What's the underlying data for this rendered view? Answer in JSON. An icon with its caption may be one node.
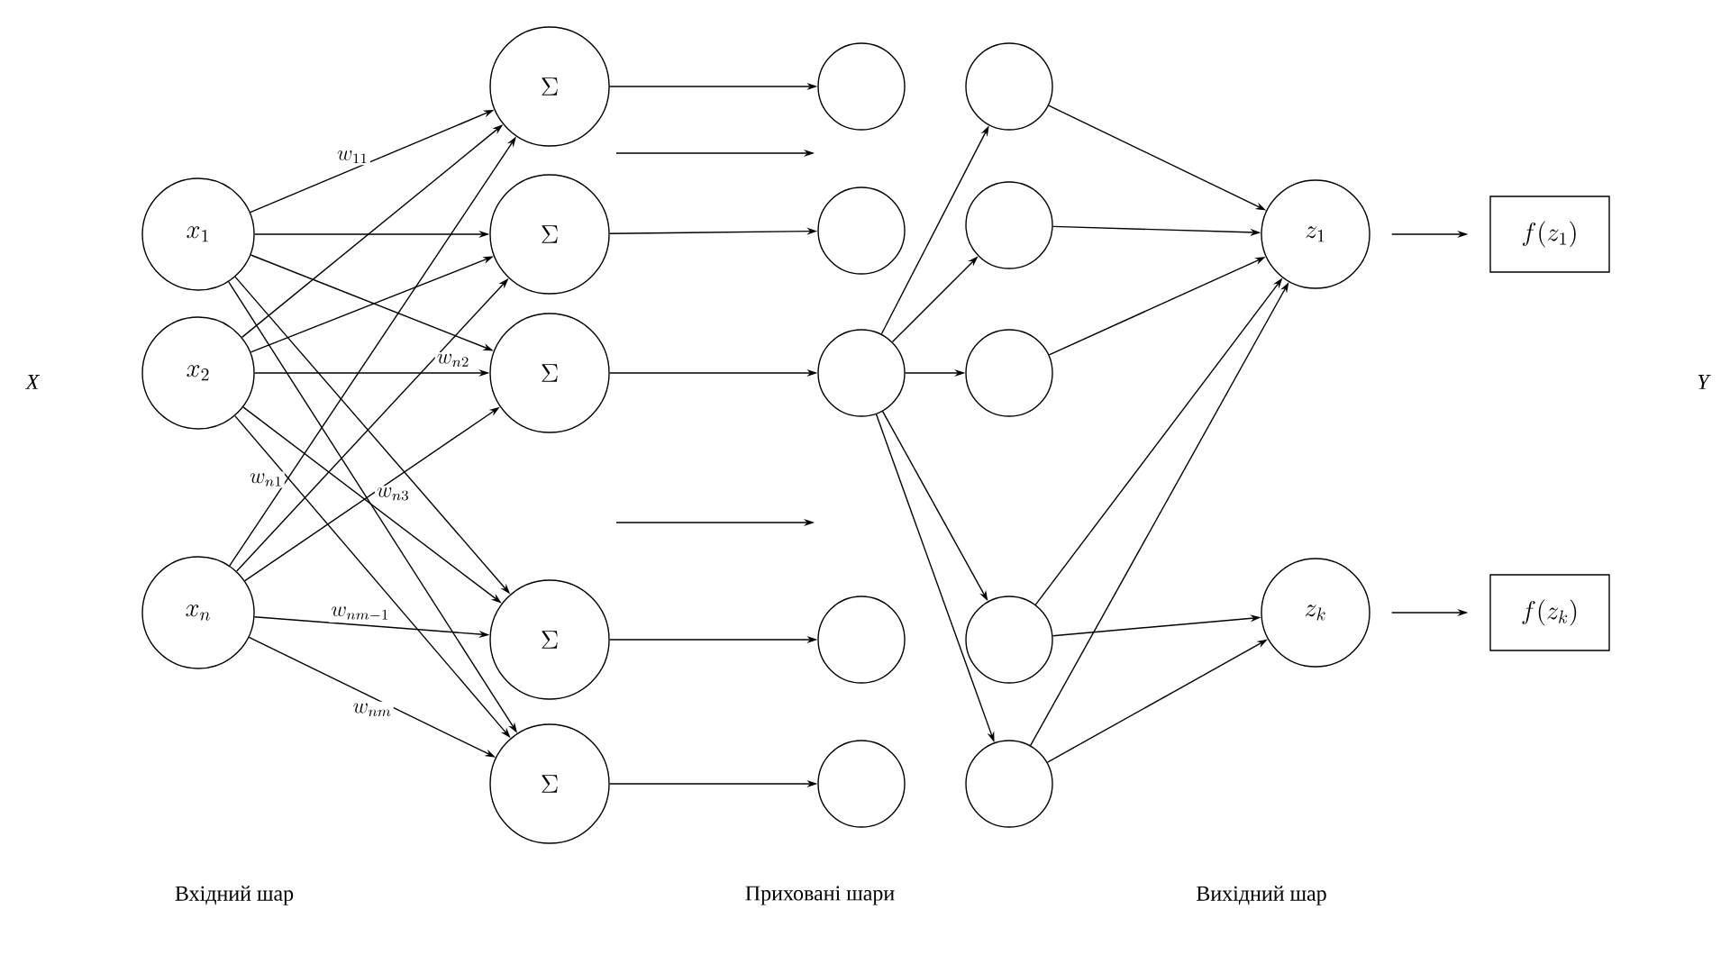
{
  "diagram": {
    "nodes": [
      {
        "text": [
          "x_1"
        ]
      },
      {
        "text": [
          "x_2"
        ]
      },
      {
        "text": [
          "x_n"
        ]
      },
      {
        "text": [
          "\\Sigma"
        ]
      },
      {
        "text": [
          "\\Sigma"
        ]
      },
      {
        "text": [
          "\\Sigma"
        ]
      },
      {
        "text": [
          "\\Sigma"
        ]
      },
      {
        "text": [
          "\\Sigma"
        ]
      },
      {
        "text": [],
        "shape": "circle"
      },
      {
        "text": [],
        "shape": "circle"
      },
      {
        "text": [],
        "shape": "circle"
      },
      {
        "text": [],
        "shape": "circle"
      },
      {
        "text": [],
        "shape": "circle"
      },
      {
        "text": [],
        "shape": "circle"
      },
      {
        "text": [],
        "shape": "circle"
      },
      {
        "text": [],
        "shape": "circle"
      },
      {
        "text": [],
        "shape": "circle"
      },
      {
        "text": [],
        "shape": "circle"
      },
      {
        "text": [
          "z_1"
        ]
      },
      {
        "text": [
          "z_k"
        ]
      },
      {
        "text": [
          "f(z_1)"
        ]
      },
      {
        "text": [
          "f(z_k)"
        ]
      }
    ],
    "edges": [
      {
        "from": 0,
        "to": 3,
        "arrow": "to",
        "label": "w_{11}"
      },
      {
        "from": 0,
        "to": 4,
        "arrow": "to"
      },
      {
        "from": 0,
        "to": 5,
        "arrow": "to"
      },
      {
        "from": 0,
        "to": 6,
        "arrow": "to"
      },
      {
        "from": 0,
        "to": 7,
        "arrow": "to"
      },
      {
        "from": 1,
        "to": 3,
        "arrow": "to"
      },
      {
        "from": 1,
        "to": 4,
        "arrow": "to"
      },
      {
        "from": 1,
        "to": 5,
        "arrow": "to"
      },
      {
        "from": 1,
        "to": 6,
        "arrow": "to"
      },
      {
        "from": 1,
        "to": 7,
        "arrow": "to"
      },
      {
        "from": 2,
        "to": 3,
        "arrow": "to",
        "label": "w_{n1}"
      },
      {
        "from": 2,
        "to": 4,
        "arrow": "to",
        "label": "w_{n2}"
      },
      {
        "from": 2,
        "to": 5,
        "arrow": "to",
        "label": "w_{n3}"
      },
      {
        "from": 2,
        "to": 6,
        "arrow": "to",
        "label": "w_{nm-1}"
      },
      {
        "from": 2,
        "to": 7,
        "arrow": "to",
        "label": "w_{nm}"
      },
      {
        "from": 3,
        "to": 8,
        "arrow": "to"
      },
      {
        "from": 4,
        "to": 9,
        "arrow": "to"
      },
      {
        "from": 5,
        "to": 10,
        "arrow": "to"
      },
      {
        "from": 6,
        "to": 11,
        "arrow": "to"
      },
      {
        "from": 7,
        "to": 12,
        "arrow": "to"
      },
      {
        "from": 10,
        "to": 13,
        "arrow": "to"
      },
      {
        "from": 10,
        "to": 14,
        "arrow": "to"
      },
      {
        "from": 10,
        "to": 15,
        "arrow": "to"
      },
      {
        "from": 10,
        "to": 16,
        "arrow": "to"
      },
      {
        "from": 10,
        "to": 17,
        "arrow": "to"
      },
      {
        "from": 13,
        "to": 18,
        "arrow": "to"
      },
      {
        "from": 14,
        "to": 18,
        "arrow": "to"
      },
      {
        "from": 15,
        "to": 18,
        "arrow": "to"
      },
      {
        "from": 16,
        "to": 18,
        "arrow": "to"
      },
      {
        "from": 16,
        "to": 19,
        "arrow": "to"
      },
      {
        "from": 17,
        "to": 18,
        "arrow": "to"
      },
      {
        "from": 17,
        "to": 19,
        "arrow": "to"
      },
      {
        "from": 18,
        "to": 20,
        "arrow": "to"
      },
      {
        "from": 19,
        "to": 21,
        "arrow": "to"
      }
    ],
    "labels": [
      "X",
      "Y",
      "Вхідний шар",
      "Приховані шари",
      "Вихідний шар"
    ]
  }
}
